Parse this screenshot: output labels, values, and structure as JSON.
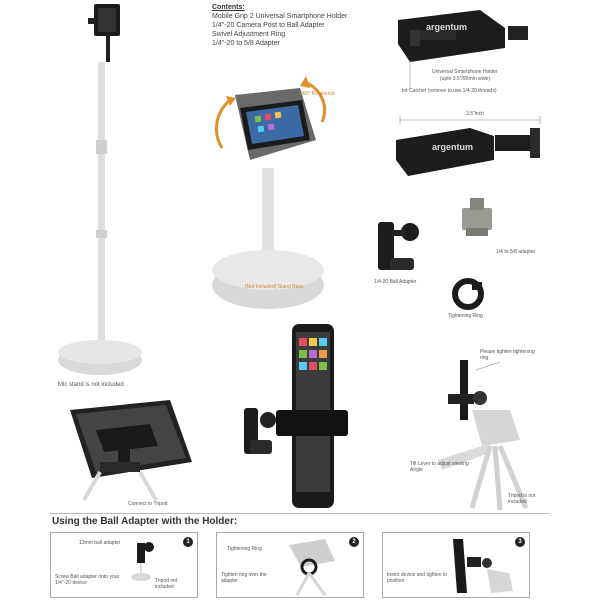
{
  "contents": {
    "heading": "Contents:",
    "items": [
      "Mobile Grip 2 Universal Smartphone Holder",
      "1/4\"-20 Camera Post to Ball Adapter",
      "Swivel Adjustment Ring",
      "1/4\"-20 to 5/8 Adapter"
    ]
  },
  "labels": {
    "rotate": "360° Rotational",
    "stand_base": "(Not Included) Stand Base",
    "holder_name": "Universal Smartphone Holder",
    "holder_size": "(upto 3.5\"/90mm wide)",
    "catcher": "Int Catcher (remove to use 1/4-20 threads)",
    "width_dim": "3.5\"inch",
    "brand": "argentum",
    "adapter58": "1/4 to 5/8 adapter",
    "ball_adapter": "1/4-20 Ball Adapter",
    "tightening_ring": "Tightening Ring",
    "mic_note": "Mic stand is not included",
    "connect_tripod": "Connect to Tripod",
    "please_tighten": "Please tighten tightening ring",
    "tilt_lever": "Tilt Lever to adjust viewing Angle",
    "tripod_note": "Tripod is not included"
  },
  "ball_section": {
    "title": "Using the Ball Adapter with the Holder:",
    "steps": [
      {
        "num": "1",
        "label_a": "13mm ball adapter",
        "label_b": "Screw Ball adapter onto your 1/4\"-20 device",
        "label_c": "Tripod not included"
      },
      {
        "num": "2",
        "label_a": "Tightening Ring",
        "label_b": "Tighten ring over the adapter"
      },
      {
        "num": "3",
        "label_a": "Insert device and tighten to position"
      }
    ]
  },
  "colors": {
    "accent_orange": "#e0902a",
    "dark": "#1c1c1c",
    "stand_gray": "#dcdcdc"
  }
}
